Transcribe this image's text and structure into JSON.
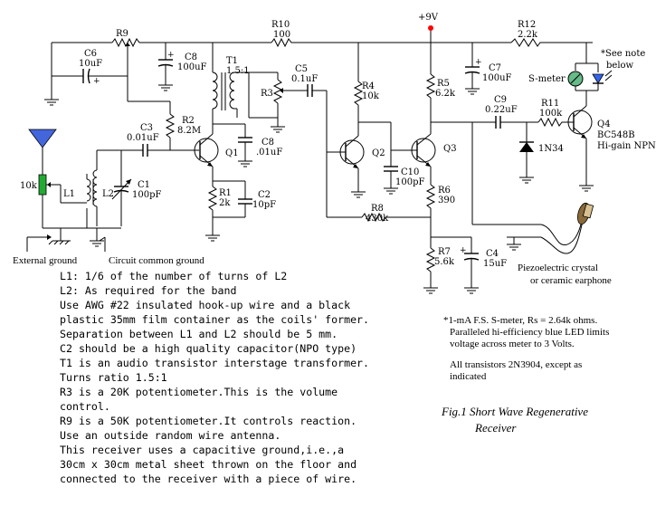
{
  "supply": "+9V",
  "components": {
    "R9": "R9",
    "R10": "R10",
    "R10v": "100",
    "R12": "R12",
    "R12v": "2.2k",
    "C6": "C6",
    "C6v": "10uF",
    "C8top": "C8",
    "C8topv": "100uF",
    "T1": "T1",
    "T1v": "1.5:1",
    "C5": "C5",
    "C5v": "0.1uF",
    "R3": "R3",
    "C7": "C7",
    "C7v": "100uF",
    "R4": "R4",
    "R4v": "10k",
    "R5": "R5",
    "R5v": "6.2k",
    "C3": "C3",
    "C3v": "0.01uF",
    "R2": "R2",
    "R2v": "8.2M",
    "Q1": "Q1",
    "C8": "C8",
    "C8v": ".01uF",
    "R1": "R1",
    "R1v": "2k",
    "C2": "C2",
    "C2v": "10pF",
    "Q2": "Q2",
    "Q3": "Q3",
    "C10": "C10",
    "C10v": "100pF",
    "R6": "R6",
    "R6v": "390",
    "R8": "R8",
    "R8v": "430k",
    "R7": "R7",
    "R7v": "5.6k",
    "C4": "C4",
    "C4v": "15uF",
    "C9": "C9",
    "C9v": "0.22uF",
    "R11": "R11",
    "R11v": "100k",
    "D": "1N34",
    "Q4": "Q4",
    "Q4v1": "BC548B",
    "Q4v2": "Hi-gain NPN",
    "Smeter": "S-meter",
    "LEDnote1": "*See note",
    "LEDnote2": "below",
    "pot": "10k",
    "L1": "L1",
    "L2": "L2",
    "C1": "C1",
    "C1v": "100pF",
    "extgnd": "External ground",
    "comgnd": "Circuit common ground",
    "piezo1": "Piezoelectric crystal",
    "piezo2": "or ceramic earphone"
  },
  "notes_left": [
    "L1: 1/6 of the number of turns of L2",
    "L2: As required for the band",
    "Use AWG #22 insulated hook-up wire and a black",
    "plastic 35mm film container as the coils' former.",
    "Separation  between L1 and L2 should be 5 mm.",
    "C2 should be a high quality capacitor(NPO type)",
    "T1 is an audio transistor interstage transformer.",
    "Turns ratio 1.5:1",
    "R3 is a 20K potentiometer.This is the volume",
    "control.",
    "R9 is a 50K potentiometer.It controls reaction.",
    "Use an outside random wire antenna.",
    "This receiver uses a capacitive ground,i.e.,a",
    "30cm x 30cm metal sheet thrown on the floor and",
    "connected to the receiver with a piece of wire."
  ],
  "notes_right": [
    "*1-mA F.S. S-meter, Rs = 2.64k ohms.",
    "Paralleled hi-efficiency blue LED limits",
    "voltage across meter to 3 Volts.",
    "All transistors 2N3904, except as",
    "indicated"
  ],
  "caption": [
    "Fig.1 Short Wave Regenerative",
    "Receiver"
  ],
  "colors": {
    "antenna": "#4466dd",
    "pot": "#22aa33",
    "supply_dot": "#ff0000",
    "meter": "#66bb88",
    "led": "#3366ee",
    "earphone": "#8a6a3a"
  }
}
